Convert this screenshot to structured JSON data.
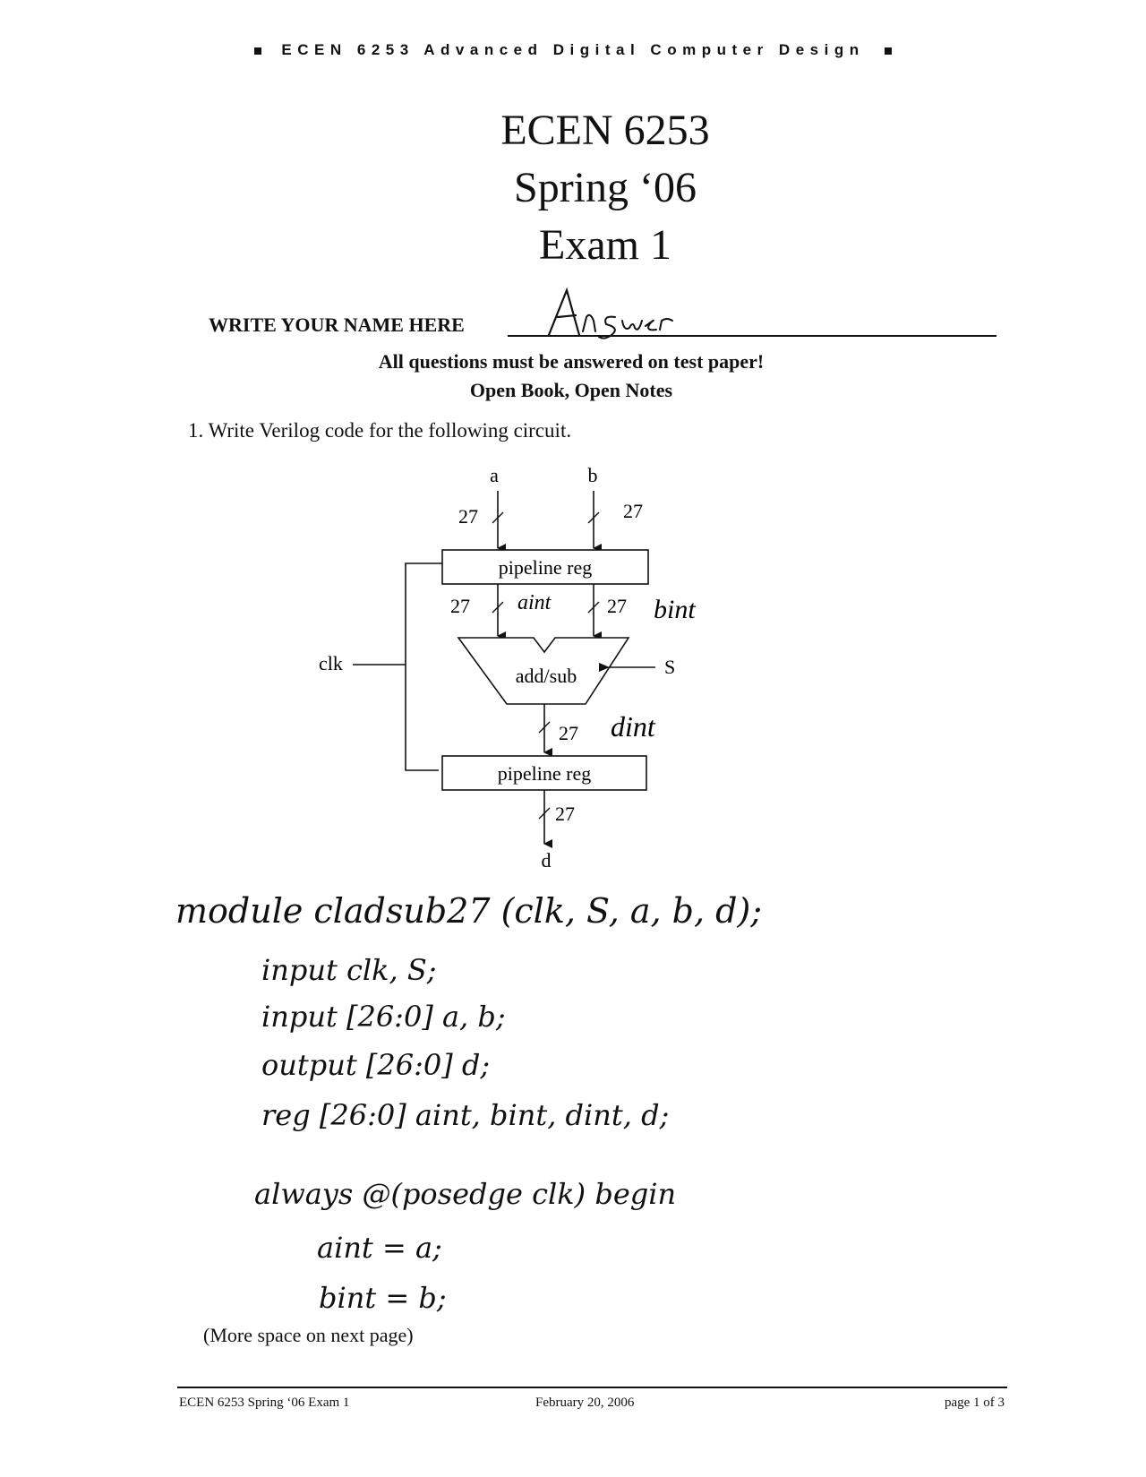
{
  "header": {
    "course_banner": "ECEN 6253 Advanced Digital Computer Design"
  },
  "title": {
    "course": "ECEN 6253",
    "term": "Spring ‘06",
    "exam": "Exam 1"
  },
  "name": {
    "label": "WRITE YOUR NAME HERE",
    "value": "Answer"
  },
  "instructions": {
    "line1": "All questions must be answered on test paper!",
    "line2": "Open Book, Open Notes"
  },
  "question1": {
    "text": "1.  Write Verilog code for the following circuit."
  },
  "circuit": {
    "input_a": "a",
    "input_b": "b",
    "width_a": "27",
    "width_b": "27",
    "reg_top": "pipeline reg",
    "width_aint": "27",
    "label_aint": "aint",
    "width_bint": "27",
    "label_bint": "bint",
    "clock": "clk",
    "alu": "add/sub",
    "select": "S",
    "width_dint": "27",
    "label_dint": "dint",
    "reg_bottom": "pipeline reg",
    "width_d": "27",
    "output_d": "d"
  },
  "answer_code": [
    "module cladsub27 (clk, S, a, b, d);",
    "input clk, S;",
    "input [26:0] a, b;",
    "output [26:0] d;",
    "reg [26:0] aint, bint, dint, d;",
    "always @(posedge clk) begin",
    "aint = a;",
    "bint = b;"
  ],
  "more_space": "(More space on next page)",
  "footer": {
    "left": "ECEN 6253 Spring ‘06 Exam 1",
    "middle": "February 20, 2006",
    "right": "page 1 of 3"
  }
}
